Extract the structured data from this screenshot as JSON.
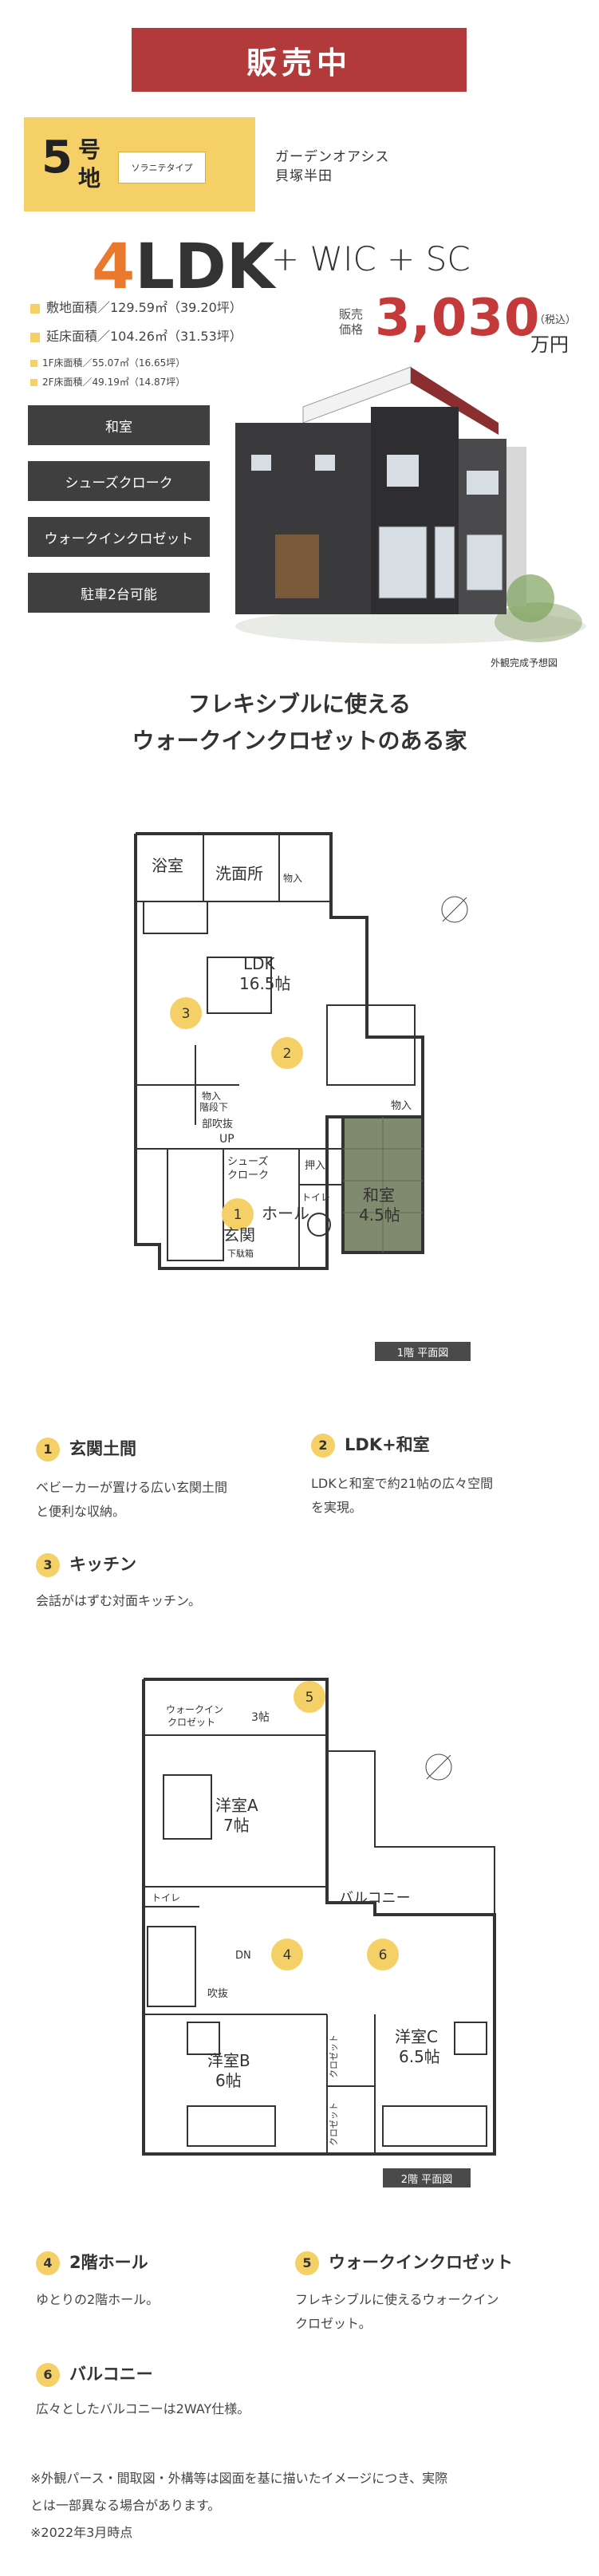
{
  "badge": "販売中",
  "lot": {
    "number": "5",
    "label": "号地",
    "type": "ソラニテタイプ"
  },
  "project": {
    "line1": "ガーデンオアシス",
    "line2": "貝塚半田"
  },
  "layout": {
    "main_prefix": "4",
    "main_suffix": "LDK",
    "extras": "+ WIC + SC"
  },
  "specs": {
    "site_area": "敷地面積／129.59㎡（39.20坪）",
    "floor_area": "延床面積／104.26㎡（31.53坪）",
    "floor1": "1F床面積／55.07㎡（16.65坪）",
    "floor2": "2F床面積／49.19㎡（14.87坪）"
  },
  "price": {
    "label_l1": "販売",
    "label_l2": "価格",
    "value": "3,030",
    "tax": "（税込）",
    "unit": "万円"
  },
  "features": [
    "和室",
    "シューズクローク",
    "ウォークインクロゼット",
    "駐車2台可能"
  ],
  "photo_caption": "外観完成予想図",
  "headline": {
    "line1": "フレキシブルに使える",
    "line2": "ウォークインクロゼットのある家"
  },
  "plan1": {
    "caption": "1階 平面図",
    "rooms": {
      "bath": "浴室",
      "washroom": "洗面所",
      "storage1": "物入",
      "ldk": "LDK",
      "ldk_size": "16.5帖",
      "storage_stairs": "物入",
      "stairs_storage": "階段下",
      "stairwell": "部吹抜",
      "up": "UP",
      "shoes": "シューズ",
      "shoes2": "クローク",
      "closet": "押入",
      "toilet": "トイレ",
      "hall": "ホール",
      "entrance": "玄関",
      "shoebox": "下駄箱",
      "washitsu": "和室",
      "washitsu_size": "4.5帖",
      "storage2": "物入"
    },
    "markers": [
      "1",
      "2",
      "3"
    ]
  },
  "points1": [
    {
      "num": "1",
      "title": "玄関土間",
      "desc1": "ベビーカーが置ける広い玄関土間",
      "desc2": "と便利な収納。"
    },
    {
      "num": "2",
      "title": "LDK+和室",
      "desc1": "LDKと和室で約21帖の広々空間",
      "desc2": "を実現。"
    },
    {
      "num": "3",
      "title": "キッチン",
      "desc1": "会話がはずむ対面キッチン。",
      "desc2": ""
    }
  ],
  "plan2": {
    "caption": "2階 平面図",
    "rooms": {
      "wic": "ウォークイン",
      "wic2": "クロゼット",
      "wic_size": "3帖",
      "western_a": "洋室A",
      "western_a_size": "7帖",
      "toilet": "トイレ",
      "balcony": "バルコニー",
      "dn": "DN",
      "stairwell": "吹抜",
      "western_b": "洋室B",
      "western_b_size": "6帖",
      "western_c": "洋室C",
      "western_c_size": "6.5帖",
      "closet": "クロゼット"
    },
    "markers": [
      "4",
      "5",
      "6"
    ]
  },
  "points2": [
    {
      "num": "4",
      "title": "2階ホール",
      "desc1": "ゆとりの2階ホール。",
      "desc2": ""
    },
    {
      "num": "5",
      "title": "ウォークインクロゼット",
      "desc1": "フレキシブルに使えるウォークイン",
      "desc2": "クロゼット。"
    },
    {
      "num": "6",
      "title": "バルコニー",
      "desc1": "広々としたバルコニーは2WAY仕様。",
      "desc2": ""
    }
  ],
  "notes": [
    "※外観パース・間取図・外構等は図面を基に描いたイメージにつき、実際",
    "とは一部異なる場合があります。",
    "※2022年3月時点"
  ]
}
